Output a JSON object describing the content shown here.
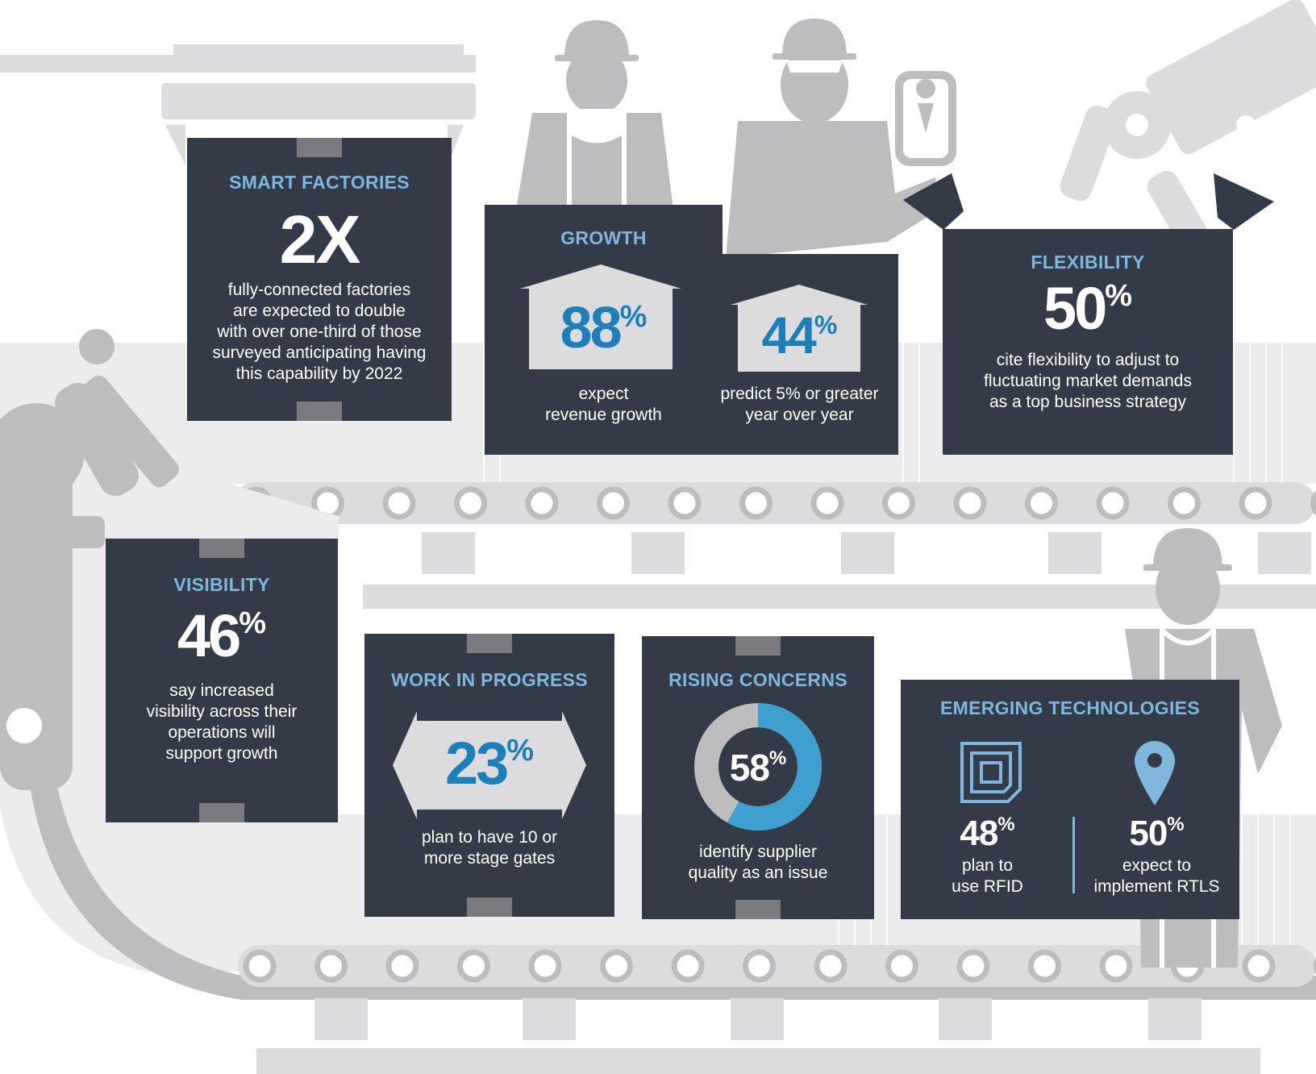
{
  "colors": {
    "card_bg": "#323b47",
    "title_blue": "#7fb6dc",
    "stat_blue": "#1d7fba",
    "graphic_gray": "#bdbdbf",
    "light_gray": "#dcdcde"
  },
  "smart_factories": {
    "title": "SMART FACTORIES",
    "stat": "2X",
    "desc": [
      "fully-connected factories",
      "are expected to double",
      "with over one-third of those",
      "surveyed anticipating having",
      "this capability by 2022"
    ]
  },
  "growth": {
    "title": "GROWTH",
    "stat1": "88",
    "pct": "%",
    "desc1": [
      "expect",
      "revenue growth"
    ],
    "stat2": "44",
    "desc2": [
      "predict 5% or greater",
      "year over year"
    ]
  },
  "flexibility": {
    "title": "FLEXIBILITY",
    "stat": "50",
    "pct": "%",
    "desc": [
      "cite flexibility to adjust to",
      "fluctuating market demands",
      "as a top business strategy"
    ]
  },
  "visibility": {
    "title": "VISIBILITY",
    "stat": "46",
    "pct": "%",
    "desc": [
      "say increased",
      "visibility across their",
      "operations will",
      "support growth"
    ]
  },
  "wip": {
    "title": "WORK IN PROGRESS",
    "stat": "23",
    "pct": "%",
    "desc": [
      "plan to have 10 or",
      "more stage gates"
    ]
  },
  "concerns": {
    "title": "RISING CONCERNS",
    "stat": "58",
    "pct": "%",
    "value": 0.58,
    "desc": [
      "identify supplier",
      "quality as an issue"
    ]
  },
  "emerging": {
    "title": "EMERGING TECHNOLOGIES",
    "rfid_icon": "rfid-chip-icon",
    "rtls_icon": "map-pin-icon",
    "stat1": "48",
    "desc1": [
      "plan to",
      "use RFID"
    ],
    "stat2": "50",
    "desc2": [
      "expect to",
      "implement RTLS"
    ],
    "pct": "%"
  }
}
